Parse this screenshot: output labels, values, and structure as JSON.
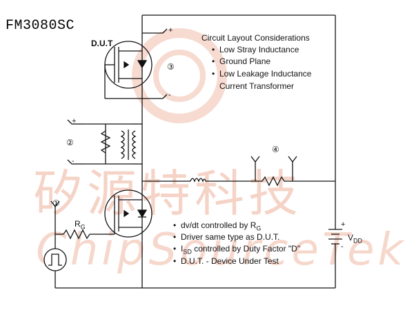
{
  "title": "FM3080SC",
  "dut_label": "D.U.T",
  "circuit_box": {
    "heading": "Circuit Layout Considerations",
    "items": [
      "Low Stray Inductance",
      "Ground Plane",
      "Low Leakage Inductance"
    ],
    "item_continued": "Current Transformer"
  },
  "notes": [
    {
      "pre": "dv/dt controlled by R",
      "sub": "G",
      "post": ""
    },
    {
      "pre": "Driver same type as D.U.T.",
      "sub": "",
      "post": ""
    },
    {
      "pre": "I",
      "sub": "SD",
      "post": " controlled by Duty Factor \"D\""
    },
    {
      "pre": "D.U.T. - Device Under Test",
      "sub": "",
      "post": ""
    }
  ],
  "markers": {
    "m1": "①",
    "m2": "②",
    "m3": "③",
    "m4": "④"
  },
  "rg": {
    "main": "R",
    "sub": "G"
  },
  "vdd": {
    "main": "V",
    "sub": "DD"
  },
  "polarity": {
    "plus": "+",
    "minus": "-"
  },
  "watermark": {
    "cn": "矽源特科技",
    "en": "ChipSourceTek"
  },
  "colors": {
    "line": "#111111",
    "watermark": "#e79678"
  }
}
